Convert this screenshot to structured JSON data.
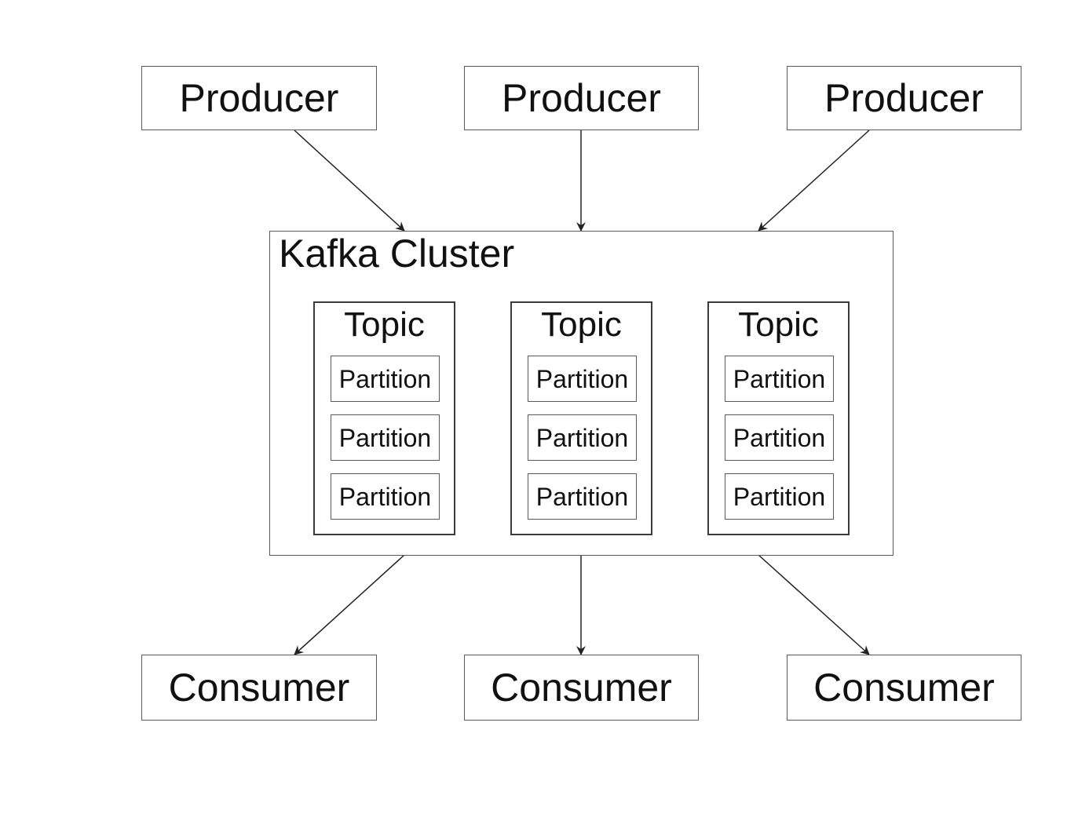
{
  "producers": [
    {
      "label": "Producer"
    },
    {
      "label": "Producer"
    },
    {
      "label": "Producer"
    }
  ],
  "cluster": {
    "title": "Kafka Cluster",
    "topics": [
      {
        "title": "Topic",
        "partitions": [
          "Partition",
          "Partition",
          "Partition"
        ]
      },
      {
        "title": "Topic",
        "partitions": [
          "Partition",
          "Partition",
          "Partition"
        ]
      },
      {
        "title": "Topic",
        "partitions": [
          "Partition",
          "Partition",
          "Partition"
        ]
      }
    ]
  },
  "consumers": [
    {
      "label": "Consumer"
    },
    {
      "label": "Consumer"
    },
    {
      "label": "Consumer"
    }
  ],
  "colors": {
    "stroke": "#5a5a5a",
    "text": "#111111",
    "background": "#ffffff"
  }
}
